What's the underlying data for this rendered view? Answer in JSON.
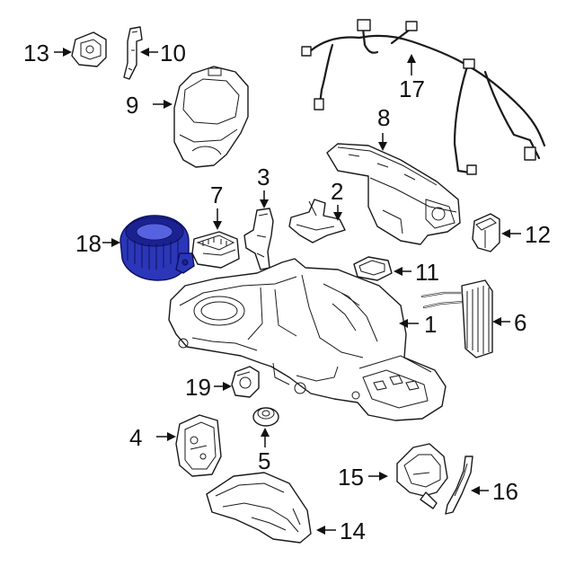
{
  "colors": {
    "highlight": "#2b36b8",
    "line": "#1a1a1a",
    "background": "#ffffff"
  },
  "highlighted_part": "18",
  "callouts": {
    "c1": "1",
    "c2": "2",
    "c3": "3",
    "c4": "4",
    "c5": "5",
    "c6": "6",
    "c7": "7",
    "c8": "8",
    "c9": "9",
    "c10": "10",
    "c11": "11",
    "c12": "12",
    "c13": "13",
    "c14": "14",
    "c15": "15",
    "c16": "16",
    "c17": "17",
    "c18": "18",
    "c19": "19"
  }
}
